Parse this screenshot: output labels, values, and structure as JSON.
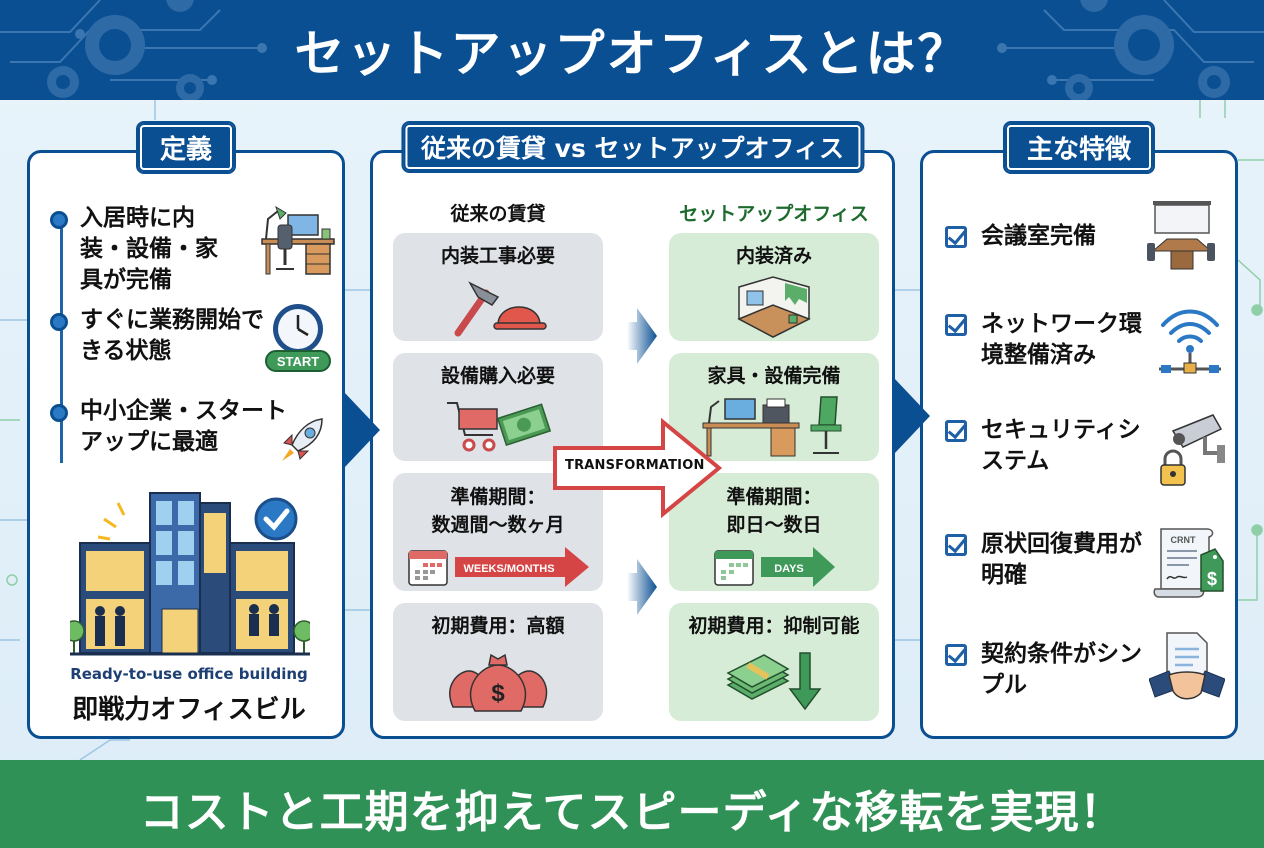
{
  "header": {
    "title": "セットアップオフィスとは？"
  },
  "colors": {
    "primary_blue": "#0b4f93",
    "footer_green": "#2f9155",
    "new_col_green": "#1e6b2e",
    "old_box_gray": "#dfe3e8",
    "new_box_green": "#d7ecd6",
    "transform_arrow_red": "#d64545"
  },
  "definition": {
    "tag": "定義",
    "items": [
      {
        "text": "入居時に内装・設備・家具が完備",
        "icon": "office-desk-icon"
      },
      {
        "text": "すぐに業務開始できる状態",
        "icon": "clock-start-icon",
        "badge": "START"
      },
      {
        "text": "中小企業・スタートアップに最適",
        "icon": "rocket-icon"
      }
    ],
    "building": {
      "icon": "office-building-icon",
      "caption_en": "Ready-to-use office building",
      "caption_jp": "即戦力オフィスビル"
    }
  },
  "comparison": {
    "tag": "従来の賃貸 vs セットアップオフィス",
    "old_heading": "従来の賃貸",
    "new_heading": "セットアップオフィス",
    "transform_label": "TRANSFORMATION",
    "rows": [
      {
        "old": "内装工事必要",
        "old_icon": "hammer-helmet-icon",
        "new": "内装済み",
        "new_icon": "finished-room-icon"
      },
      {
        "old": "設備購入必要",
        "old_icon": "cart-money-icon",
        "new": "家具・設備完備",
        "new_icon": "furnished-desk-icon"
      },
      {
        "old": "準備期間：数週間〜数ヶ月",
        "old_line1": "準備期間：",
        "old_line2": "数週間〜数ヶ月",
        "old_icon": "calendar-icon",
        "old_badge": "WEEKS/MONTHS",
        "new": "準備期間：即日〜数日",
        "new_line1": "準備期間：",
        "new_line2": "即日〜数日",
        "new_icon": "calendar-icon",
        "new_badge": "DAYS"
      },
      {
        "old": "初期費用：高額",
        "old_icon": "money-bags-icon",
        "new": "初期費用：抑制可能",
        "new_icon": "cash-down-icon"
      }
    ]
  },
  "features": {
    "tag": "主な特徴",
    "items": [
      {
        "text": "会議室完備",
        "icon": "meeting-room-icon"
      },
      {
        "text": "ネットワーク環境整備済み",
        "icon": "wifi-network-icon"
      },
      {
        "text": "セキュリティシステム",
        "icon": "security-camera-lock-icon"
      },
      {
        "text": "原状回復費用が明確",
        "icon": "contract-price-tag-icon",
        "doc_label": "CRNT"
      },
      {
        "text": "契約条件がシンプル",
        "icon": "handshake-document-icon"
      }
    ]
  },
  "footer": {
    "text": "コストと工期を抑えてスピーディな移転を実現！"
  }
}
